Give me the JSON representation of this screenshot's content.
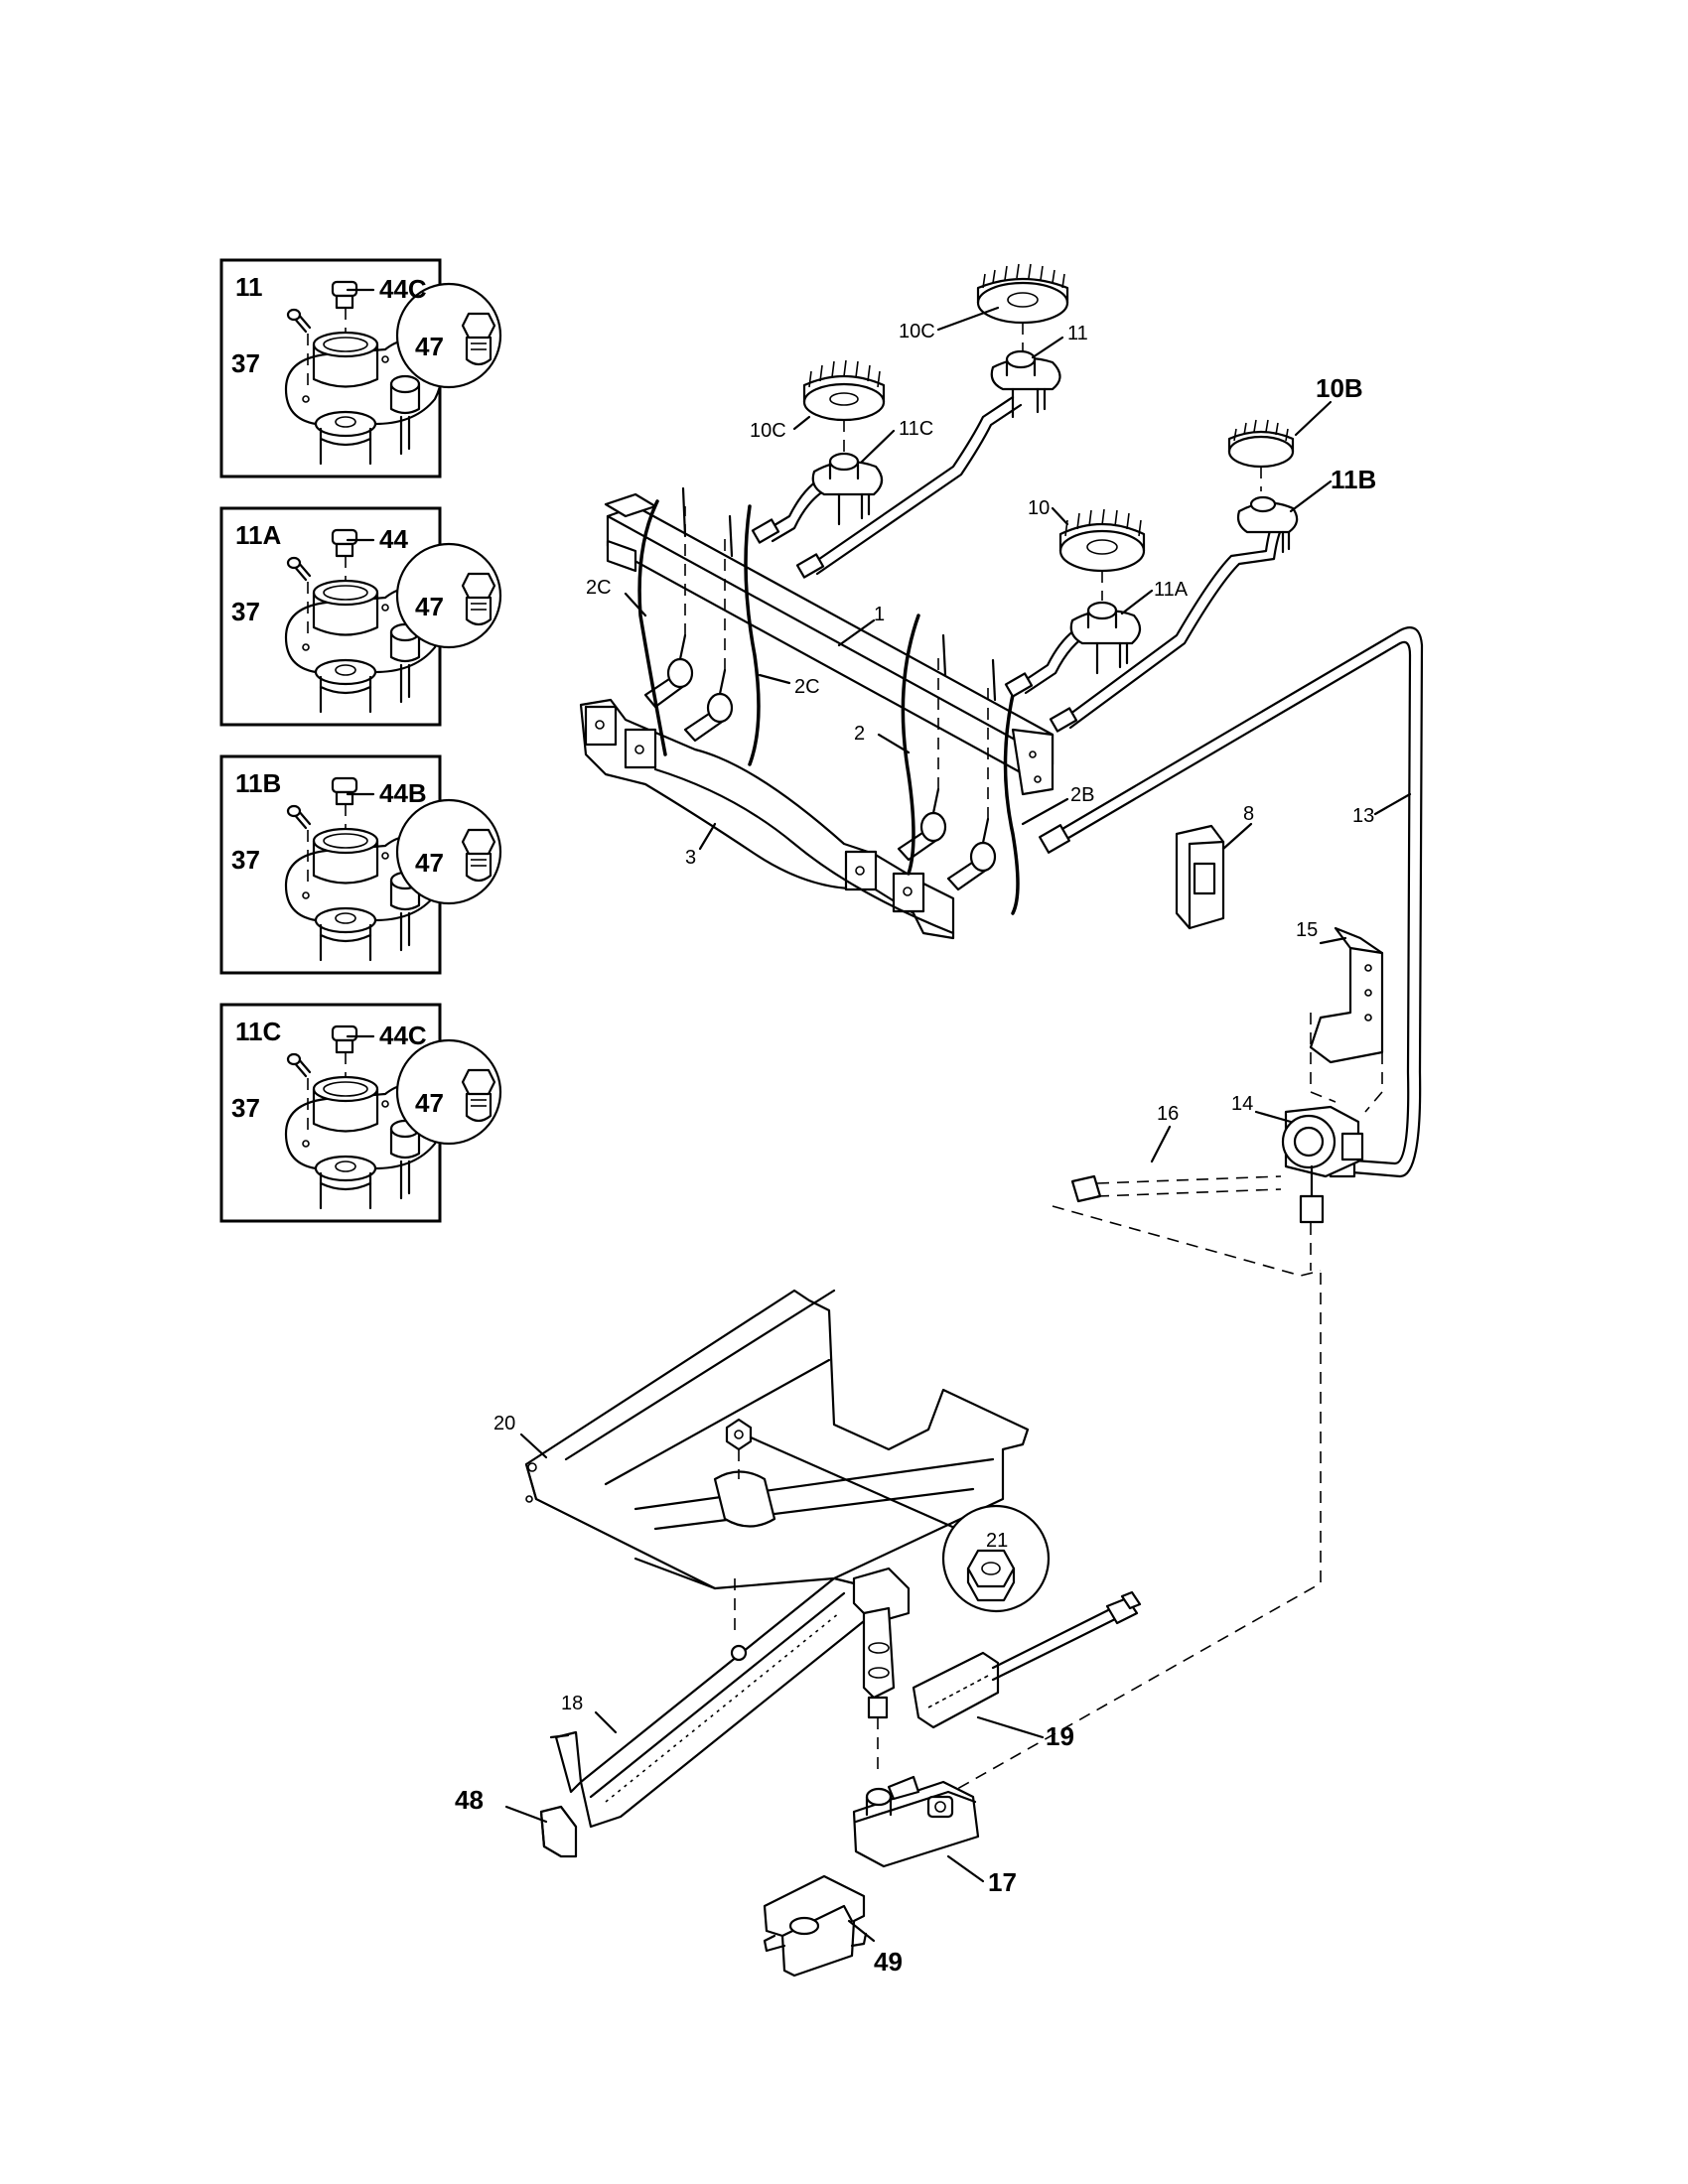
{
  "callouts": {
    "p1": "1",
    "p2": "2",
    "p2B": "2B",
    "p2C_a": "2C",
    "p2C_b": "2C",
    "p3": "3",
    "p8": "8",
    "p10": "10",
    "p10B": "10B",
    "p10C_a": "10C",
    "p10C_b": "10C",
    "p11": "11",
    "p11A": "11A",
    "p11B": "11B",
    "p11C": "11C",
    "p13": "13",
    "p14": "14",
    "p15": "15",
    "p16": "16",
    "p17": "17",
    "p18": "18",
    "p19": "19",
    "p20": "20",
    "p21": "21",
    "p48": "48",
    "p49": "49"
  },
  "detail_boxes": [
    {
      "title": "11",
      "cap": "44C",
      "screw": "37",
      "orifice": "47"
    },
    {
      "title": "11A",
      "cap": "44",
      "screw": "37",
      "orifice": "47"
    },
    {
      "title": "11B",
      "cap": "44B",
      "screw": "37",
      "orifice": "47"
    },
    {
      "title": "11C",
      "cap": "44C",
      "screw": "37",
      "orifice": "47"
    }
  ]
}
